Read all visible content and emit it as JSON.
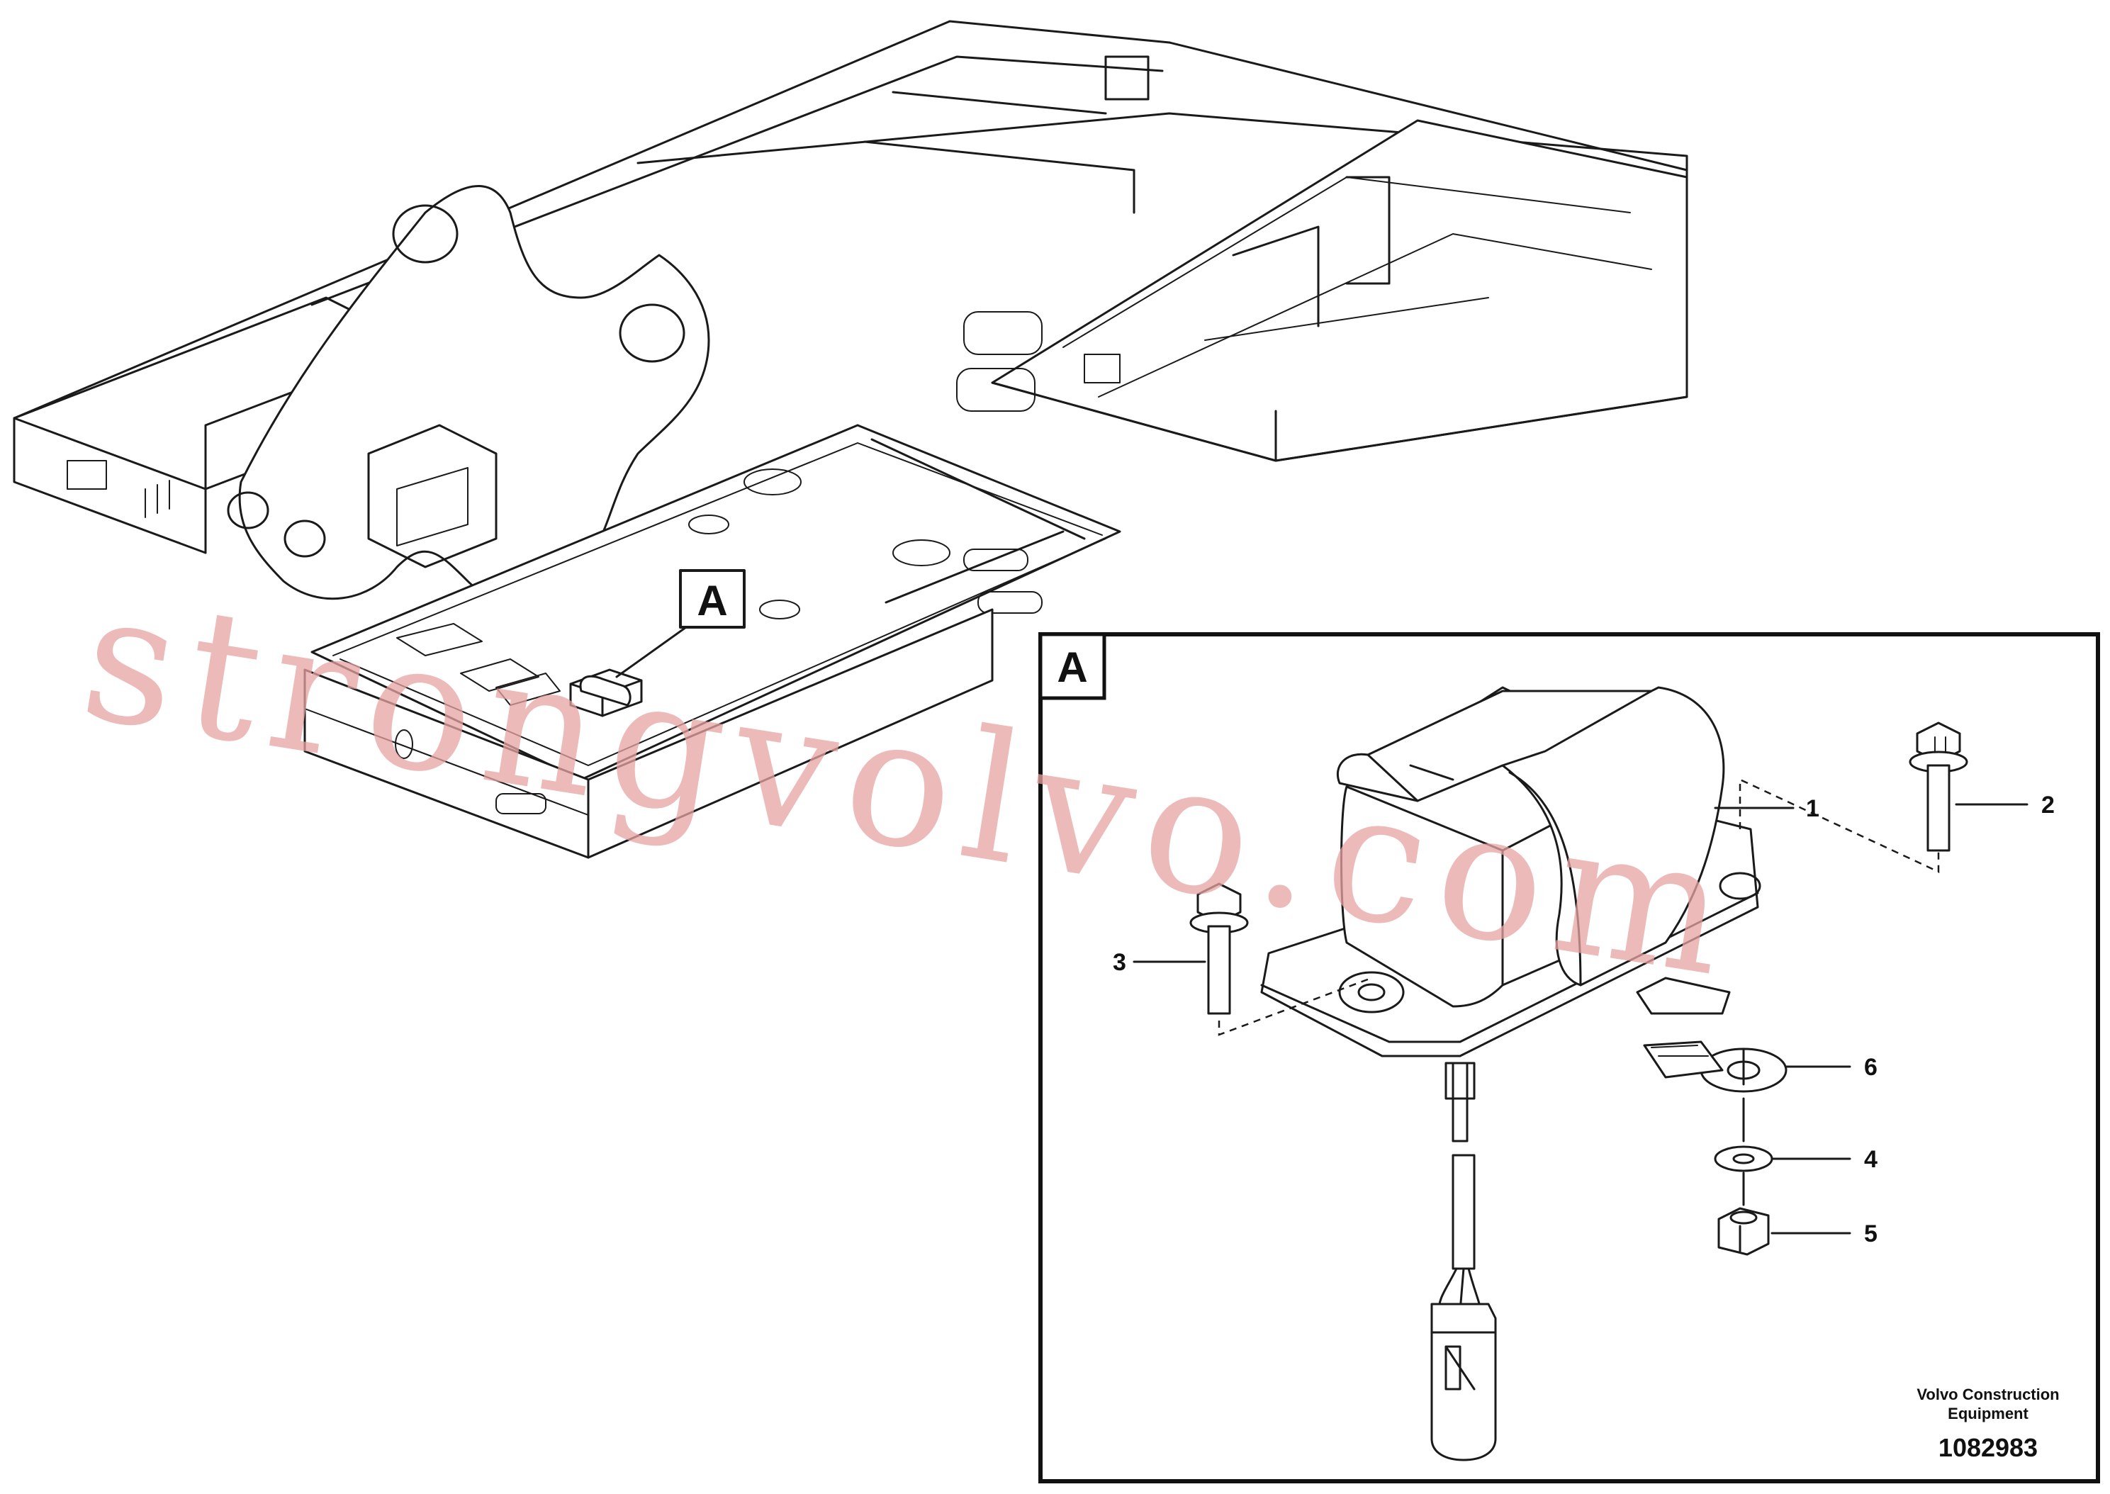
{
  "callout_main": "A",
  "detail_box_label": "A",
  "parts": [
    {
      "id": "part-1",
      "label": "1"
    },
    {
      "id": "part-2",
      "label": "2"
    },
    {
      "id": "part-3",
      "label": "3"
    },
    {
      "id": "part-4",
      "label": "4"
    },
    {
      "id": "part-5",
      "label": "5"
    },
    {
      "id": "part-6",
      "label": "6"
    }
  ],
  "footer": {
    "company_line1": "Volvo Construction",
    "company_line2": "Equipment",
    "drawing_number": "1082983"
  },
  "watermark": "strongvolvo.com"
}
